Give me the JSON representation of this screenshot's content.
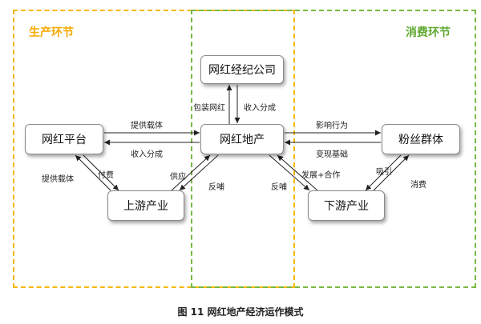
{
  "sections": {
    "production": "生产环节",
    "consumption": "消费环节"
  },
  "nodes": {
    "agency": "网红经纪公司",
    "estate": "网红地产",
    "platform": "网红平台",
    "upstream": "上游产业",
    "fans": "粉丝群体",
    "downstream": "下游产业"
  },
  "edges": {
    "package_influencer": "包装网红",
    "income_share_agency": "收入分成",
    "provide_carrier_top": "提供载体",
    "income_share_platform": "收入分成",
    "provide_carrier_left": "提供载体",
    "pay_fee": "付费",
    "supply": "供应",
    "feedback_left": "反哺",
    "feedback_right": "反哺",
    "influence_behavior": "影响行为",
    "monetize_base": "变现基础",
    "develop_cooperate": "发展+合作",
    "attract": "吸引",
    "consume": "消费"
  },
  "caption": "图 11 网红地产经济运作模式"
}
